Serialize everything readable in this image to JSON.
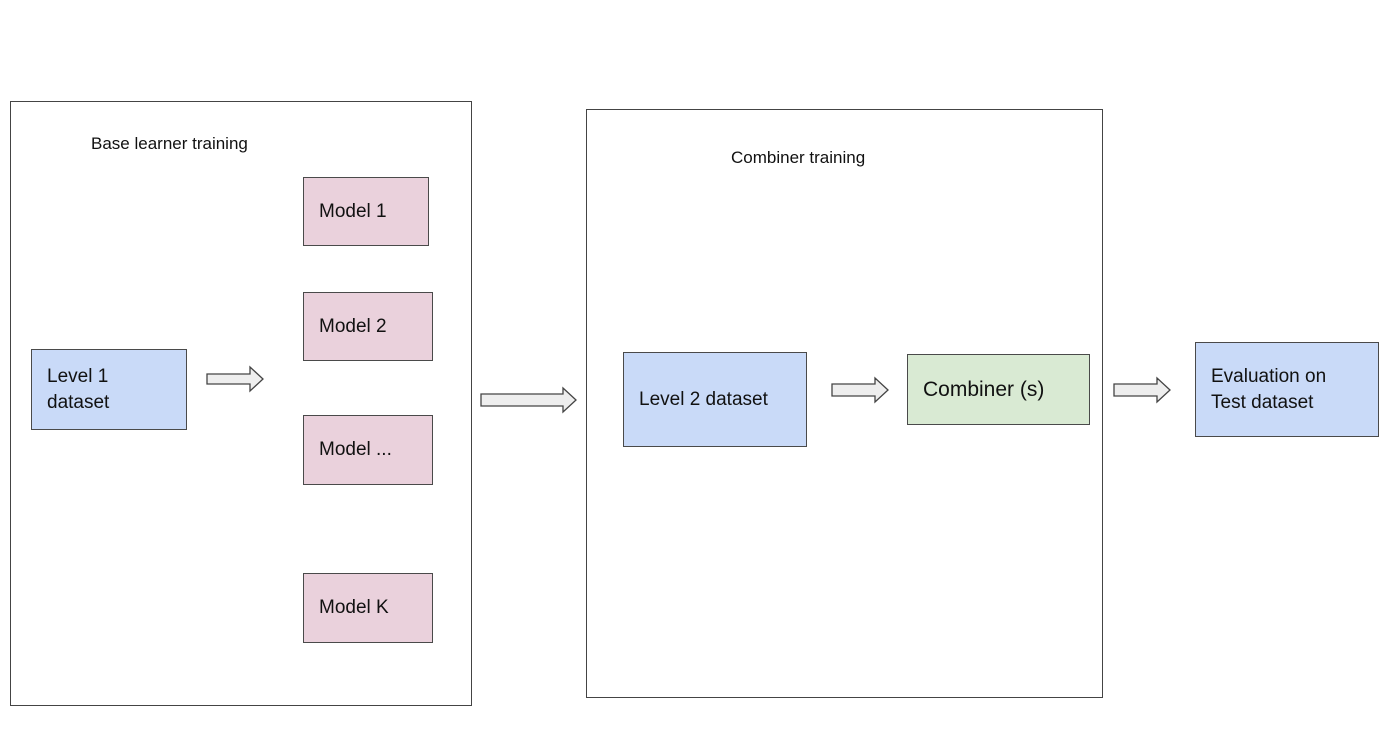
{
  "panels": {
    "base": {
      "title": "Base learner training"
    },
    "combiner": {
      "title": "Combiner training"
    }
  },
  "nodes": {
    "level1": "Level 1\ndataset",
    "model1": "Model 1",
    "model2": "Model 2",
    "model_ellipsis": "Model ...",
    "model_k": "Model K",
    "level2": "Level 2 dataset",
    "combiner": "Combiner (s)",
    "evaluation": "Evaluation on\nTest dataset"
  },
  "colors": {
    "dataset_fill": "#c9daf8",
    "model_fill": "#ead1dc",
    "combiner_fill": "#d9ead3",
    "arrow_fill": "#eeeeee",
    "stroke": "#444444"
  }
}
